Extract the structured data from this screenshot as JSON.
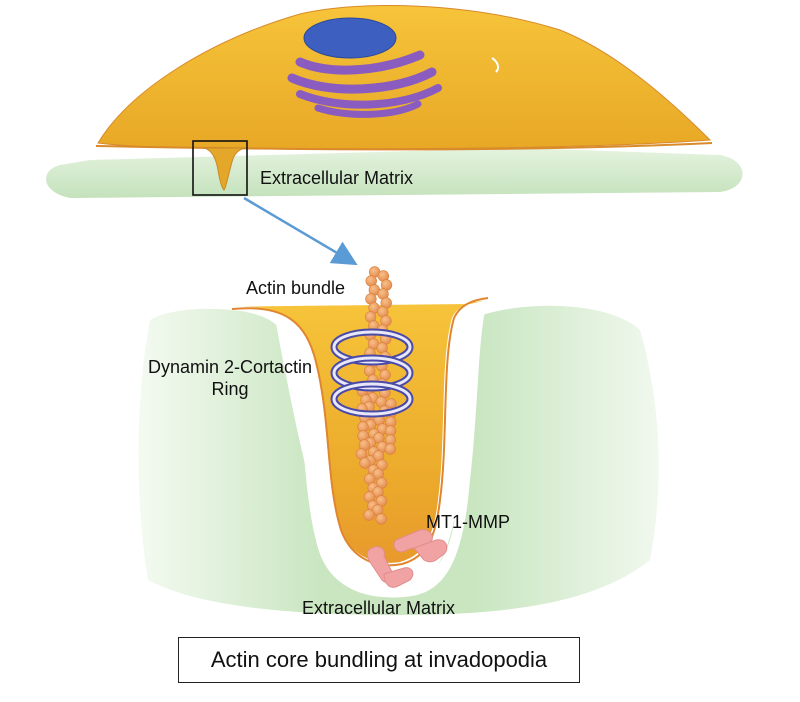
{
  "labels": {
    "ecm_top": "Extracellular Matrix",
    "actin_bundle": "Actin bundle",
    "dynamin_line1": "Dynamin 2-Cortactin",
    "dynamin_line2": "Ring",
    "mt1_mmp": "MT1-MMP",
    "ecm_bottom": "Extracellular Matrix"
  },
  "caption": "Actin core bundling at invadopodia",
  "colors": {
    "cell_body": "#f1b82d",
    "cell_edge": "#d98a2a",
    "nucleus": "#3d5fbf",
    "golgi": "#8a5cc0",
    "matrix": "#cfe9c8",
    "actin": "#f0a25e",
    "ring": "#4a4aa8",
    "mt1_mmp": "#f1a3a3",
    "arrow": "#5b9bd5"
  }
}
